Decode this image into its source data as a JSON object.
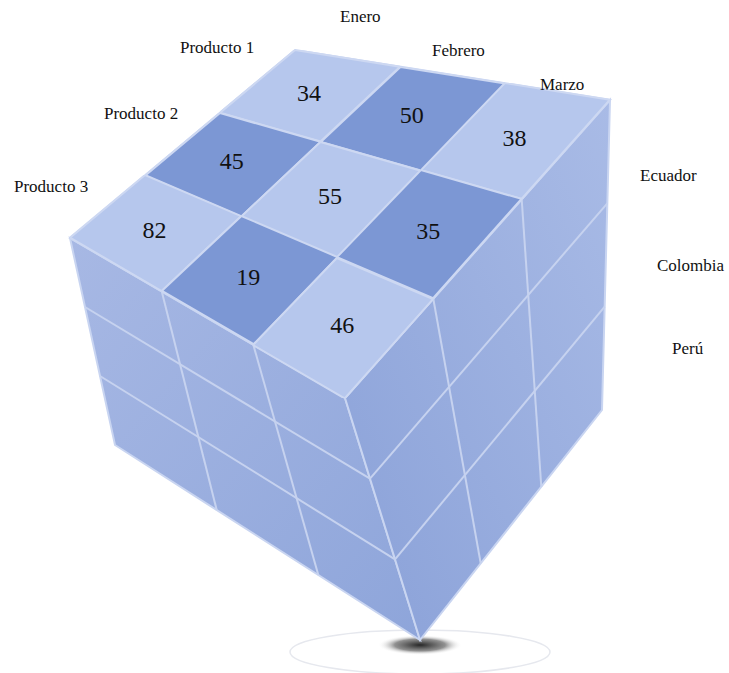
{
  "diagram": {
    "nodes": [
      {
        "text": [
          "34"
        ]
      },
      {
        "text": [
          "50"
        ]
      },
      {
        "text": [
          "38"
        ]
      },
      {
        "text": [
          "45"
        ]
      },
      {
        "text": [
          "55"
        ]
      },
      {
        "text": [
          "35"
        ]
      },
      {
        "text": [
          "82"
        ]
      },
      {
        "text": [
          "19"
        ]
      },
      {
        "text": [
          "46"
        ]
      }
    ],
    "labels": [
      "Enero",
      "Producto 1",
      "Febrero",
      "Marzo",
      "Producto 2",
      "Producto 3",
      "Ecuador",
      "Colombia",
      "Perú"
    ]
  }
}
